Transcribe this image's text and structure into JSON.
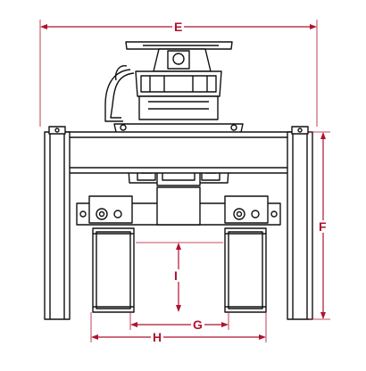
{
  "colors": {
    "dimension": "#b0122e",
    "line": "#111111",
    "fill": "#ffffff",
    "shade": "#4a4a4a"
  },
  "dimensions": {
    "e": "E",
    "f": "F",
    "g": "G",
    "h": "H",
    "i": "I"
  }
}
